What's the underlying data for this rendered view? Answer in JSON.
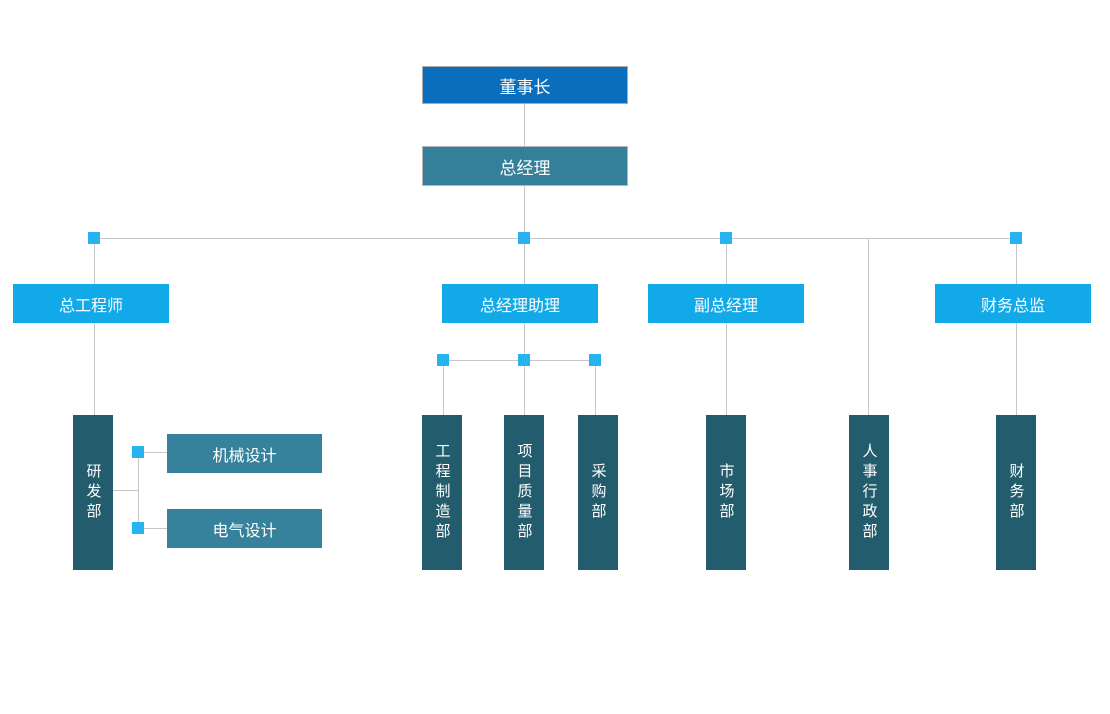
{
  "diagram": {
    "type": "org-chart",
    "nodes": {
      "chairman": {
        "label": "董事长",
        "level": 1
      },
      "general_manager": {
        "label": "总经理",
        "level": 2
      },
      "chief_engineer": {
        "label": "总工程师",
        "level": 3
      },
      "gm_assistant": {
        "label": "总经理助理",
        "level": 3
      },
      "deputy_gm": {
        "label": "副总经理",
        "level": 3
      },
      "finance_director": {
        "label": "财务总监",
        "level": 3
      },
      "rd_dept": {
        "label": "研发部",
        "level": 4
      },
      "mechanical_design": {
        "label": "机械设计",
        "level": 5
      },
      "electrical_design": {
        "label": "电气设计",
        "level": 5
      },
      "engineering_mfg_dept": {
        "label": "工程制造部",
        "level": 4
      },
      "project_quality_dept": {
        "label": "项目质量部",
        "level": 4
      },
      "procurement_dept": {
        "label": "采购部",
        "level": 4
      },
      "marketing_dept": {
        "label": "市场部",
        "level": 4
      },
      "hr_admin_dept": {
        "label": "人事行政部",
        "level": 4
      },
      "finance_dept": {
        "label": "财务部",
        "level": 4
      }
    },
    "connections": [
      {
        "from": "chairman",
        "to": "general_manager"
      },
      {
        "from": "general_manager",
        "to": "chief_engineer"
      },
      {
        "from": "general_manager",
        "to": "gm_assistant"
      },
      {
        "from": "general_manager",
        "to": "deputy_gm"
      },
      {
        "from": "general_manager",
        "to": "hr_admin_dept"
      },
      {
        "from": "general_manager",
        "to": "finance_director"
      },
      {
        "from": "chief_engineer",
        "to": "rd_dept"
      },
      {
        "from": "rd_dept",
        "to": "mechanical_design"
      },
      {
        "from": "rd_dept",
        "to": "electrical_design"
      },
      {
        "from": "gm_assistant",
        "to": "engineering_mfg_dept"
      },
      {
        "from": "gm_assistant",
        "to": "project_quality_dept"
      },
      {
        "from": "gm_assistant",
        "to": "procurement_dept"
      },
      {
        "from": "deputy_gm",
        "to": "marketing_dept"
      },
      {
        "from": "finance_director",
        "to": "finance_dept"
      }
    ],
    "colors": {
      "level1_box": "#0a6ebd",
      "level2_box": "#34809a",
      "level3_box": "#12a9e9",
      "department_box": "#235c6d",
      "sub_department_box": "#36829c",
      "connector_line": "#c6c6c6",
      "handle": "#27b2f0",
      "box_text": "#ffffff"
    }
  }
}
